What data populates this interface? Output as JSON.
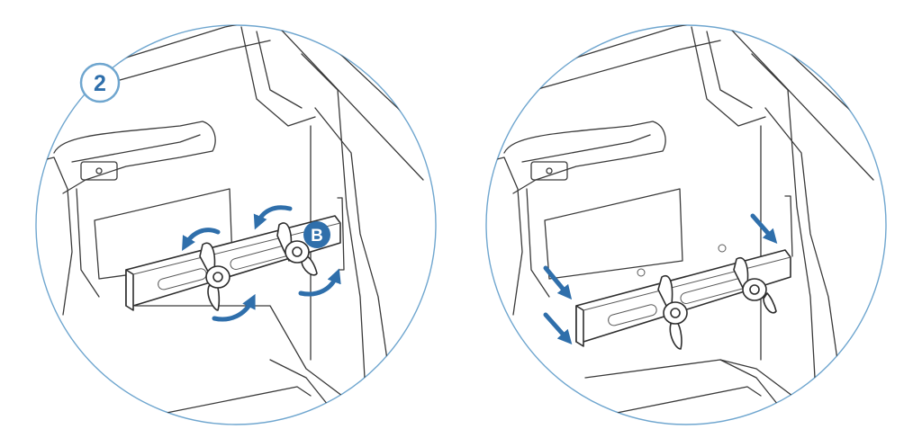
{
  "step": {
    "number": "2"
  },
  "callout": {
    "letter": "B"
  },
  "colors": {
    "accent": "#2f6fab",
    "step_outline": "#6fa6cf",
    "line": "#3a3a3a"
  },
  "panels": [
    {
      "name": "rotate-wing-nuts",
      "arrow_meaning": "rotate"
    },
    {
      "name": "slide-bracket-in",
      "arrow_meaning": "push"
    }
  ]
}
